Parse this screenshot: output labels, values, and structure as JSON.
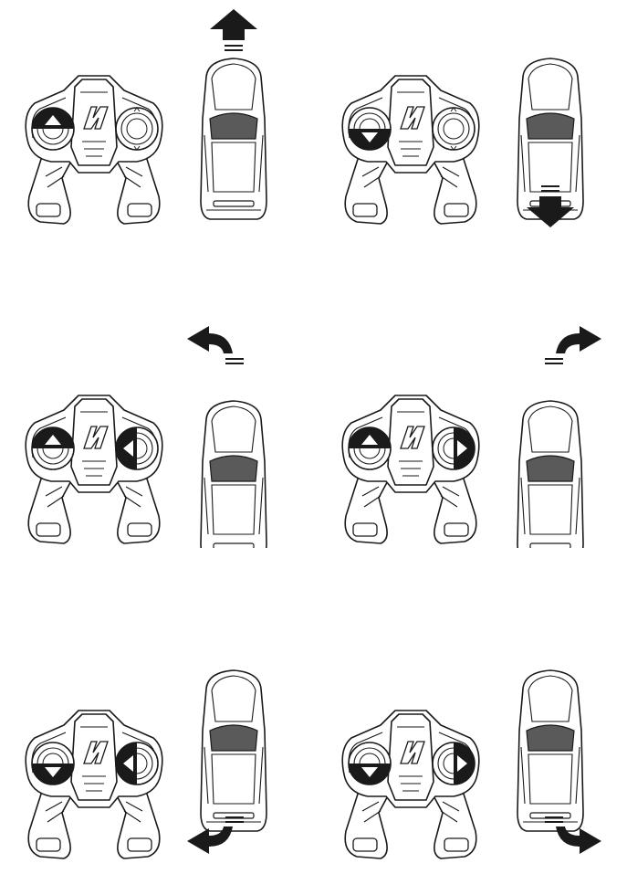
{
  "brand": {
    "logo_mark": "N",
    "logo_icon": "brand-logo-icon"
  },
  "colors": {
    "line": "#1a1a1a",
    "highlight": "#1a1a1a",
    "windshield": "#5a5a5a",
    "background": "#ffffff"
  },
  "panels": [
    {
      "id": "forward",
      "left_stick": "up",
      "right_stick": "none",
      "car_motion": "forward",
      "arrow_icon": "arrow-up-icon"
    },
    {
      "id": "reverse",
      "left_stick": "down",
      "right_stick": "none",
      "car_motion": "reverse",
      "arrow_icon": "arrow-down-icon"
    },
    {
      "id": "forward-left",
      "left_stick": "up",
      "right_stick": "left",
      "car_motion": "forward-left",
      "arrow_icon": "curved-arrow-left-icon"
    },
    {
      "id": "forward-right",
      "left_stick": "up",
      "right_stick": "right",
      "car_motion": "forward-right",
      "arrow_icon": "curved-arrow-right-icon"
    },
    {
      "id": "reverse-left",
      "left_stick": "down",
      "right_stick": "left",
      "car_motion": "reverse-left",
      "arrow_icon": "curved-arrow-down-left-icon"
    },
    {
      "id": "reverse-right",
      "left_stick": "down",
      "right_stick": "right",
      "car_motion": "reverse-right",
      "arrow_icon": "curved-arrow-down-right-icon"
    }
  ]
}
